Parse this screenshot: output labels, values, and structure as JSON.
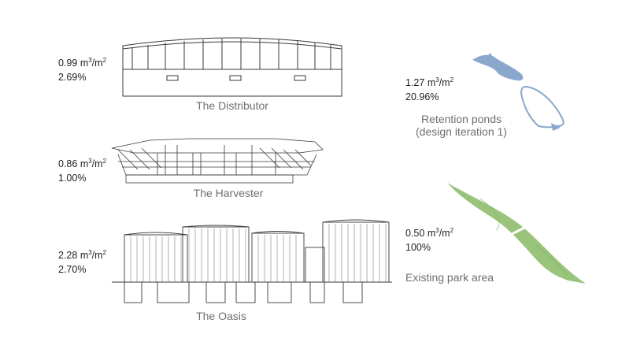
{
  "items": [
    {
      "volume": "0.99",
      "unit": "m",
      "sup1": "3",
      "per": "/m",
      "sup2": "2",
      "percent": "2.69%",
      "caption": "The Distributor"
    },
    {
      "volume": "0.86",
      "unit": "m",
      "sup1": "3",
      "per": "/m",
      "sup2": "2",
      "percent": "1.00%",
      "caption": "The Harvester"
    },
    {
      "volume": "2.28",
      "unit": "m",
      "sup1": "3",
      "per": "/m",
      "sup2": "2",
      "percent": "2.70%",
      "caption": "The Oasis"
    },
    {
      "volume": "1.27",
      "unit": "m",
      "sup1": "3",
      "per": "/m",
      "sup2": "2",
      "percent": "20.96%",
      "caption_line1": "Retention ponds",
      "caption_line2": "(design iteration 1)"
    },
    {
      "volume": "0.50",
      "unit": "m",
      "sup1": "3",
      "per": "/m",
      "sup2": "2",
      "percent": "100%",
      "caption": "Existing park area"
    }
  ],
  "colors": {
    "line": "#3a3a3a",
    "pond": "#8aa7cc",
    "park": "#9ac47c"
  }
}
